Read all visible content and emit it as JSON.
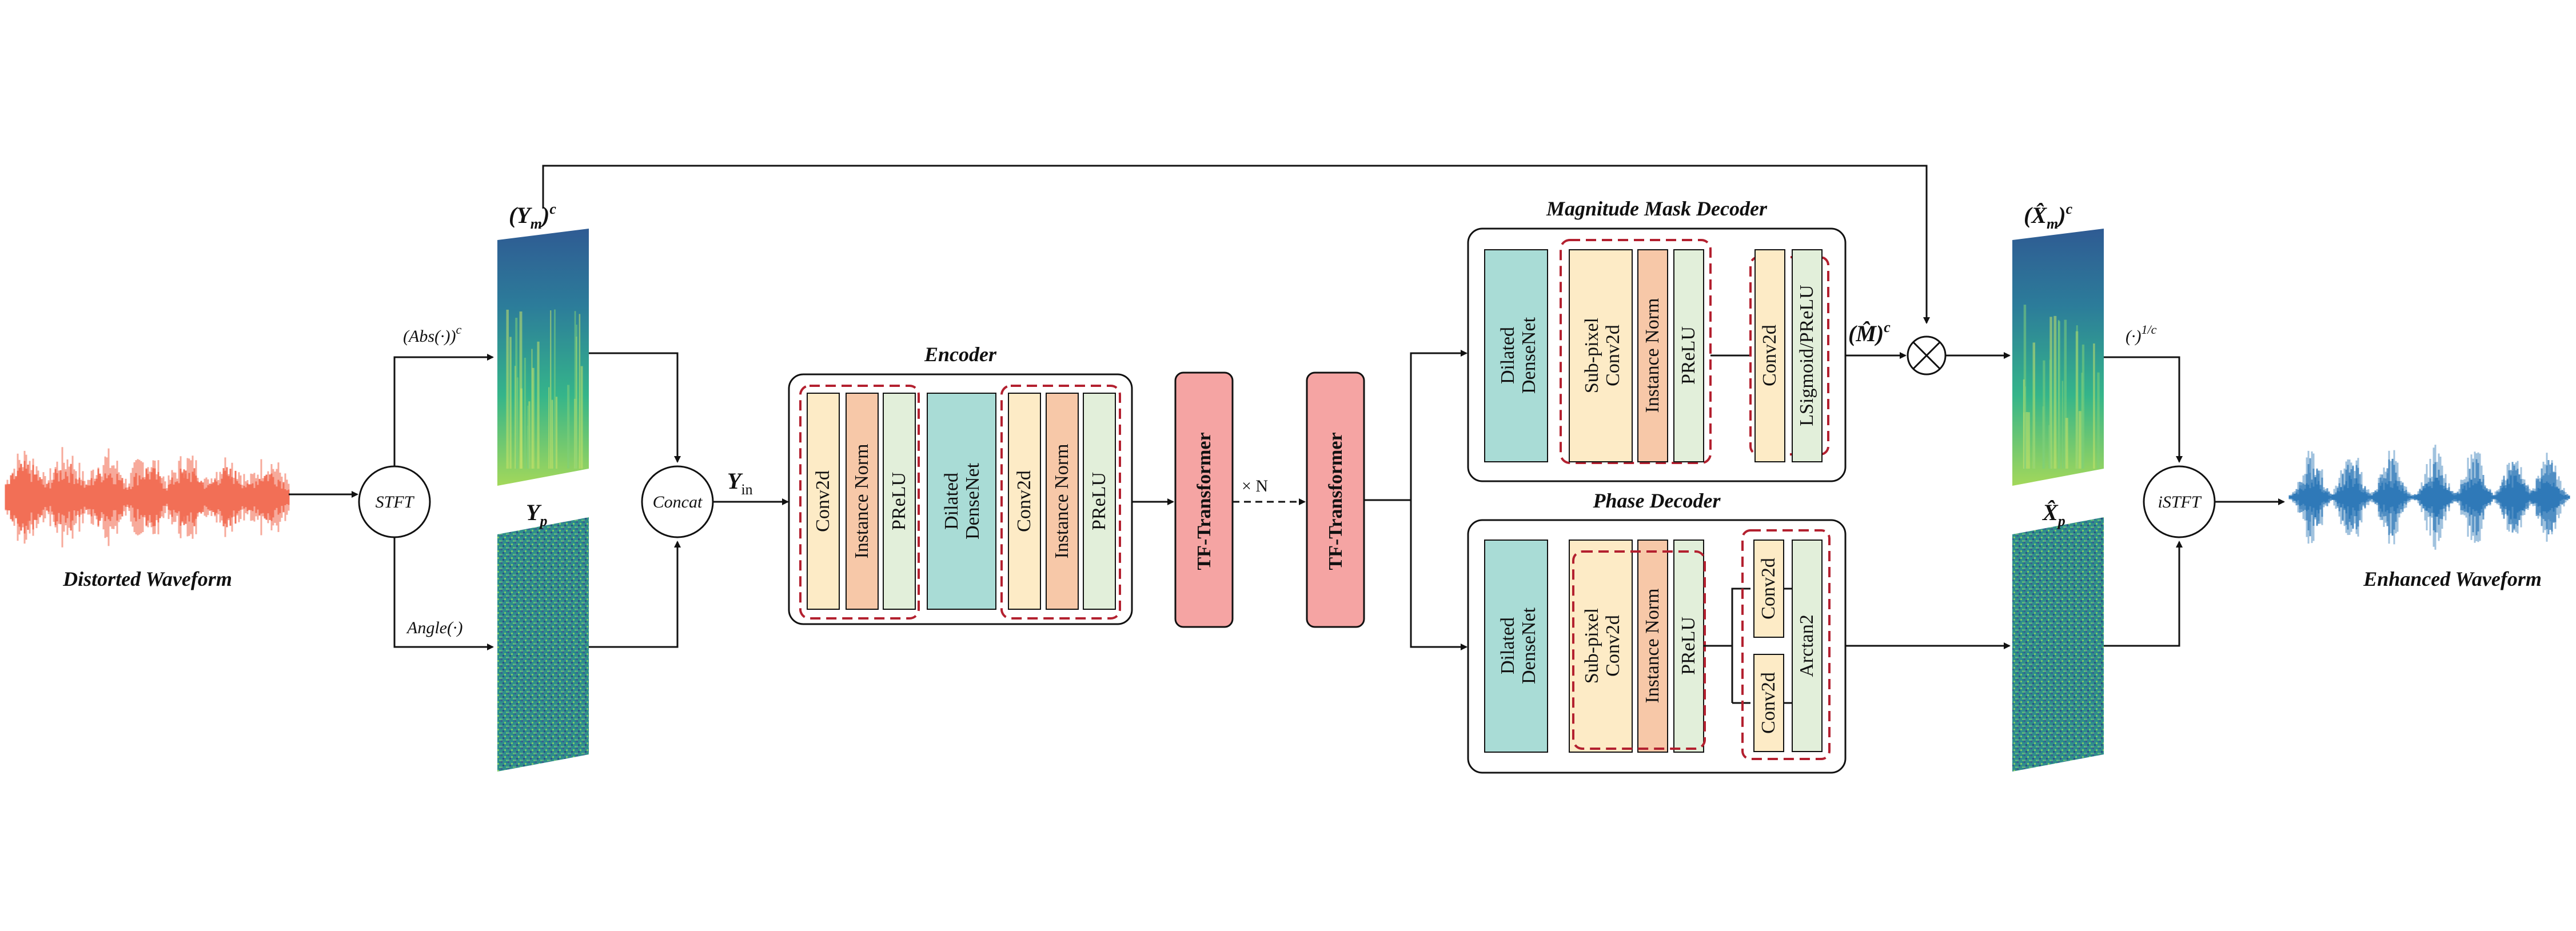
{
  "waveforms": {
    "distorted_label": "Distorted Waveform",
    "enhanced_label": "Enhanced Waveform"
  },
  "ops": {
    "stft": "STFT",
    "concat": "Concat",
    "istft": "iSTFT"
  },
  "arrow_labels": {
    "abs_main": "(Abs(·))",
    "abs_sup": "c",
    "angle": "Angle(·)",
    "inv_main": "(·)",
    "inv_sup": "1/c",
    "times_n": "× N",
    "mhat_main": "(M̂)",
    "mhat_sup": "c"
  },
  "tensors": {
    "ym_main": "(Y",
    "ym_sub": "m",
    "ym_close": ")",
    "ym_sup": "c",
    "yp_main": "Y",
    "yp_sub": "p",
    "yin_main": "Y",
    "yin_sub": "in",
    "xm_main": "(X̂",
    "xm_sub": "m",
    "xm_close": ")",
    "xm_sup": "c",
    "xp_main": "X̂",
    "xp_sub": "p"
  },
  "encoder": {
    "title": "Encoder",
    "blocks": [
      "Conv2d",
      "Instance Norm",
      "PReLU",
      "Dilated",
      "DenseNet",
      "Conv2d",
      "Instance Norm",
      "PReLU"
    ]
  },
  "transformers": {
    "label": "TF-Transformer"
  },
  "magnitude_decoder": {
    "title": "Magnitude Mask Decoder",
    "dense_1": "Dilated",
    "dense_2": "DenseNet",
    "subpixel_1": "Sub-pixel",
    "subpixel_2": "Conv2d",
    "inorm": "Instance Norm",
    "prelu": "PReLU",
    "conv": "Conv2d",
    "lsig": "LSigmoid/PReLU"
  },
  "phase_decoder": {
    "title": "Phase Decoder",
    "dense_1": "Dilated",
    "dense_2": "DenseNet",
    "subpixel_1": "Sub-pixel",
    "subpixel_2": "Conv2d",
    "inorm": "Instance Norm",
    "prelu": "PReLU",
    "conv_a": "Conv2d",
    "conv_b": "Conv2d",
    "arctan": "Arctan2"
  },
  "colors": {
    "distorted": "#f2654a",
    "enhanced": "#2f79b8",
    "conv": "#fdebc6",
    "inorm": "#f7c8a8",
    "prelu": "#e2efda",
    "dense": "#a9dcd6",
    "transformer": "#f5a4a3",
    "dash": "#b3202f"
  }
}
